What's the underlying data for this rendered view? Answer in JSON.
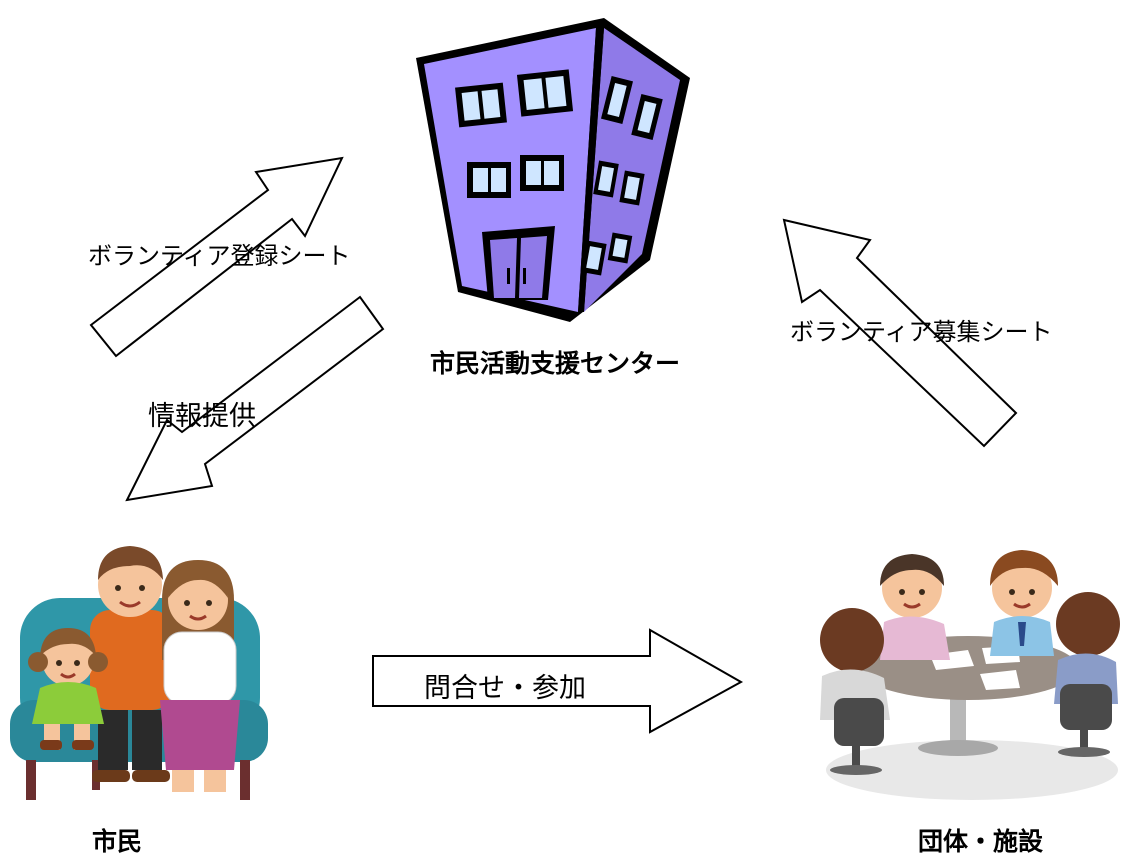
{
  "nodes": {
    "center": {
      "label": "市民活動支援センター"
    },
    "citizen": {
      "label": "市民"
    },
    "org": {
      "label": "団体・施設"
    }
  },
  "arrows": {
    "registration": {
      "label": "ボランティア登録シート"
    },
    "info": {
      "label": "情報提供"
    },
    "recruit": {
      "label": "ボランティア募集シート"
    },
    "inquiry": {
      "label": "問合せ・参加"
    }
  },
  "colors": {
    "building_face": "#a390ff",
    "building_side": "#8f7ae8",
    "building_outline": "#000000",
    "window_glass": "#cfe6ff",
    "sofa": "#2f97a8",
    "arrow_fill": "#ffffff",
    "arrow_stroke": "#000000"
  }
}
